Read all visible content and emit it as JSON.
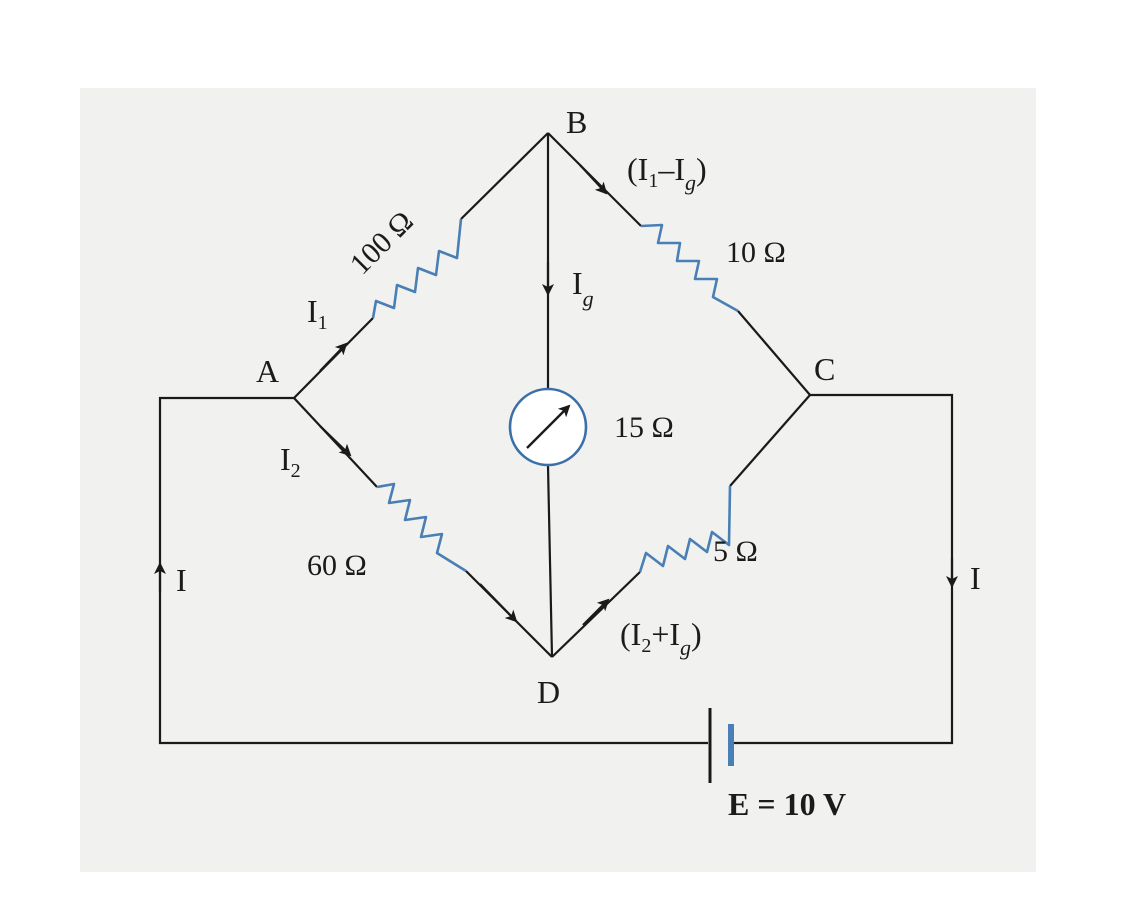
{
  "colors": {
    "wire": "#1a1a1a",
    "resistor": "#4a7fb5",
    "galvanometer": "#3b6fa8",
    "battery_positive": "#4a7fb5",
    "background": "#f1f1f0"
  },
  "nodes": {
    "a": "A",
    "b": "B",
    "c": "C",
    "d": "D"
  },
  "resistors": {
    "ab": "100 Ω",
    "bc": "10 Ω",
    "ad": "60 Ω",
    "dc": "5 Ω",
    "galvanometer": "15 Ω"
  },
  "currents": {
    "ab_main": "I",
    "ab_sub": "1",
    "ad_main": "I",
    "ad_sub": "2",
    "bd_main": "I",
    "bd_sub": "g",
    "bc_open": "(I",
    "bc_sub1": "1",
    "bc_mid": "–I",
    "bc_sub2": "g",
    "bc_close": ")",
    "dc_open": "(I",
    "dc_sub1": "2",
    "dc_mid": "+I",
    "dc_sub2": "g",
    "dc_close": ")",
    "left_branch": "I",
    "right_branch": "I"
  },
  "battery": {
    "label": "E = 10 V"
  },
  "icons": {
    "galvanometer": "galvanometer-icon",
    "battery": "battery-icon"
  }
}
